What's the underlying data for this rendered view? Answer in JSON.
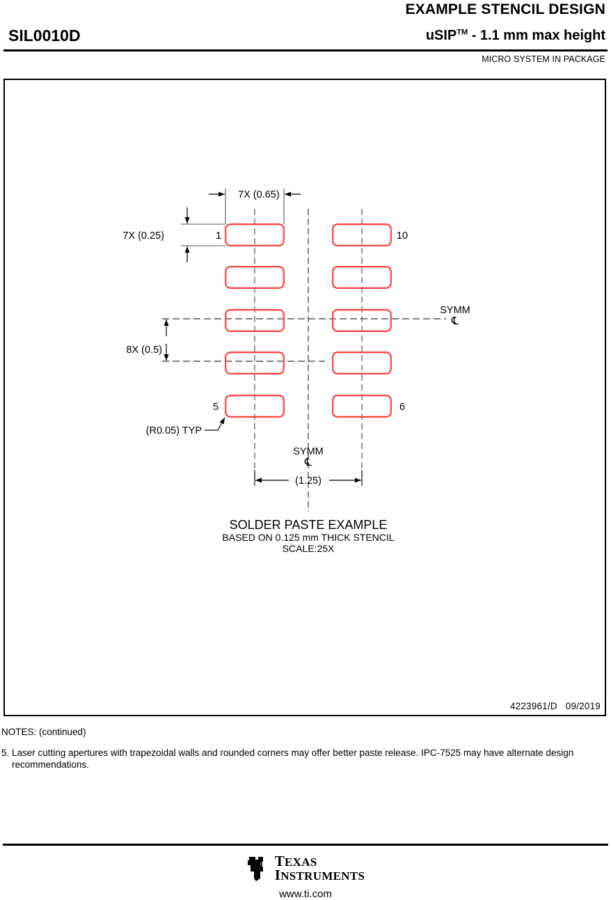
{
  "header": {
    "example_title": "EXAMPLE STENCIL DESIGN",
    "part_number": "SIL0010D",
    "package_name": "uSIP",
    "trademark": "TM",
    "package_height": "- 1.1 mm max height",
    "package_family": "MICRO SYSTEM IN PACKAGE"
  },
  "drawing": {
    "caption_line1": "SOLDER PASTE EXAMPLE",
    "caption_line2": "BASED ON 0.125 mm THICK STENCIL",
    "caption_line3": "SCALE:25X",
    "dimensions": {
      "pad_width": "7X (0.65)",
      "pad_height": "7X (0.25)",
      "pitch": "8X (0.5)",
      "column_span": "(1.25)",
      "corner_radius": "(R0.05) TYP"
    },
    "symmetry_label": "SYMM",
    "centerline_glyph": "℄",
    "pin_labels": {
      "pin1": "1",
      "pin5": "5",
      "pin6": "6",
      "pin10": "10"
    },
    "colors": {
      "paste_outline": "#ff0000",
      "paste_outline_light": "#ff8080",
      "centerline": "#555555",
      "dimension": "#000000"
    },
    "doc_number": "4223961/D",
    "doc_date": "09/2019"
  },
  "notes": {
    "heading": "NOTES: (continued)",
    "note_5": "5. Laser cutting apertures with trapezoidal walls and rounded corners may offer better paste release. IPC-7525 may have alternate design recommendations."
  },
  "footer": {
    "company_line1": "TEXAS",
    "company_line2": "INSTRUMENTS",
    "url": "www.ti.com"
  }
}
